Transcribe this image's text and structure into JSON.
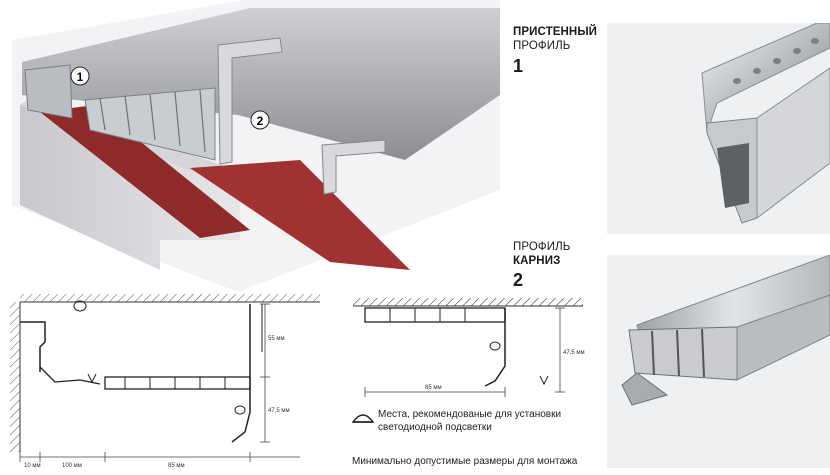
{
  "profile1": {
    "title_line1": "ПРИСТЕННЫЙ",
    "title_line2": "ПРОФИЛЬ",
    "number": "1"
  },
  "profile2": {
    "title_line1": "ПРОФИЛЬ",
    "title_line2": "КАРНИЗ",
    "number": "2"
  },
  "callouts": [
    "1",
    "2"
  ],
  "dimensions": {
    "left": {
      "d1": "10 мм",
      "d2": "100 мм",
      "d3": "85 мм",
      "d4": "55 мм",
      "d5": "47,5 мм"
    },
    "right": {
      "width": "85 мм",
      "height": "47,5 мм"
    }
  },
  "legend": {
    "line1": "Места, рекомендованые для установки",
    "line2": "светодиодной подсветки"
  },
  "caption": "Минимально допустимые размеры  для монтажа",
  "colors": {
    "red_film": "#8e2a2a",
    "ceiling": "#e9e9ec",
    "aluminium": "#c9ccd0"
  }
}
